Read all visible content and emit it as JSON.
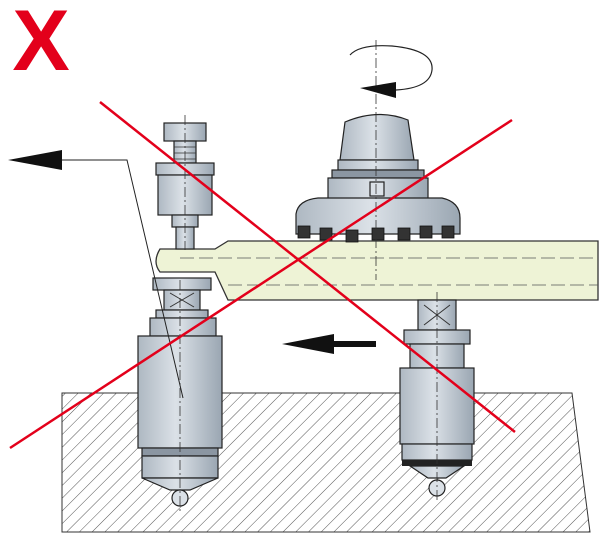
{
  "diagram": {
    "verdict_mark": "X",
    "verdict_meaning": "incorrect-setup",
    "colors": {
      "verdict": "#e3001b",
      "strike": "#e3001b",
      "workpiece": "#eef3d6",
      "metal": "#c8d0d8",
      "metal_dark": "#9aa6b2",
      "outline": "#1a1a1a",
      "hatch": "#555555"
    },
    "components": [
      "milling-head",
      "rotation-arrow",
      "workpiece-plate",
      "left-fixed-support",
      "left-top-clamp",
      "right-fixed-support",
      "feed-direction-arrow",
      "deflection-arrow",
      "machine-table"
    ]
  }
}
